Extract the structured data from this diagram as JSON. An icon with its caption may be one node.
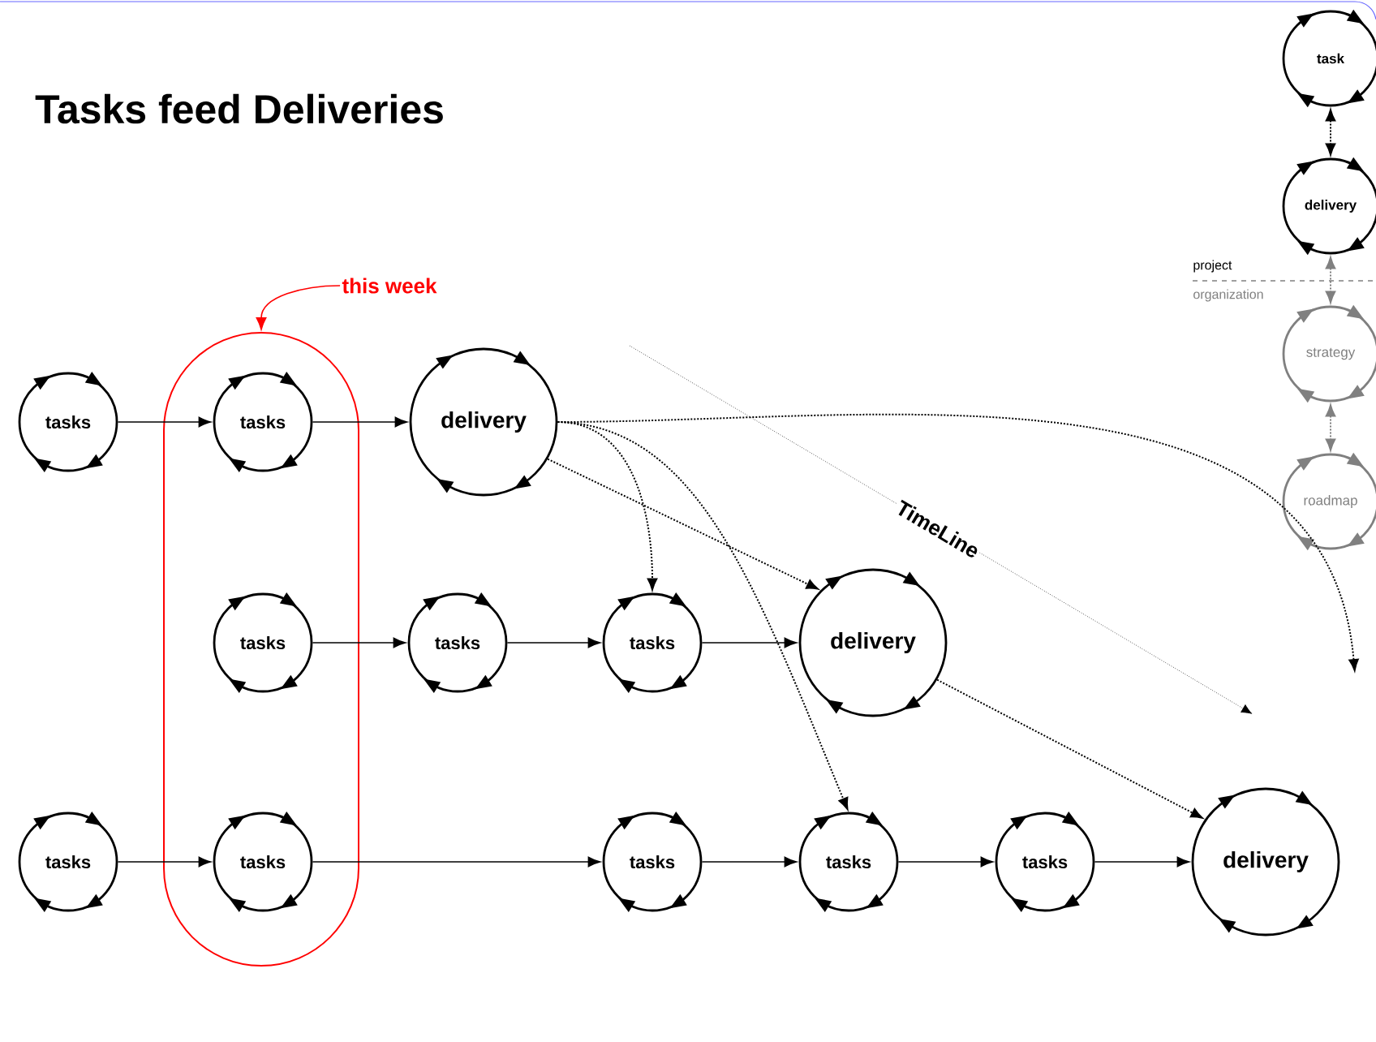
{
  "diagram": {
    "title": "Tasks feed Deliveries",
    "nodes": [
      {
        "text": [
          "tasks"
        ]
      },
      {
        "text": [
          "this week"
        ]
      },
      {
        "text": [],
        "shape": "oval"
      },
      {
        "text": [
          "tasks"
        ],
        "in": 2
      },
      {
        "text": [
          "delivery"
        ]
      },
      {
        "text": [
          "tasks"
        ],
        "in": 2
      },
      {
        "text": [
          "tasks"
        ]
      },
      {
        "text": [
          "tasks"
        ]
      },
      {
        "text": [
          "delivery"
        ]
      },
      {
        "text": [
          "tasks"
        ]
      },
      {
        "text": [
          "tasks"
        ],
        "in": 2
      },
      {
        "text": [
          "tasks"
        ]
      },
      {
        "text": [
          "tasks"
        ]
      },
      {
        "text": [
          "tasks"
        ]
      },
      {
        "text": [
          "delivery"
        ]
      },
      {
        "text": [
          "task"
        ]
      },
      {
        "text": [
          "delivery"
        ]
      },
      {
        "text": [
          "strategy"
        ]
      },
      {
        "text": [
          "roadmap"
        ]
      }
    ],
    "edges": [
      {
        "from": 0,
        "to": 3,
        "arrow": "to"
      },
      {
        "from": 3,
        "to": 4,
        "arrow": "to"
      },
      {
        "from": 5,
        "to": 6,
        "arrow": "to"
      },
      {
        "from": 6,
        "to": 7,
        "arrow": "to"
      },
      {
        "from": 7,
        "to": 8,
        "arrow": "to"
      },
      {
        "from": 9,
        "to": 10,
        "arrow": "to"
      },
      {
        "from": 10,
        "to": 11,
        "arrow": "to"
      },
      {
        "from": 11,
        "to": 12,
        "arrow": "to"
      },
      {
        "from": 12,
        "to": 13,
        "arrow": "to"
      },
      {
        "from": 13,
        "to": 14,
        "arrow": "to"
      },
      {
        "from": 4,
        "to": 7,
        "arrow": "to",
        "style": "dashed"
      },
      {
        "from": 4,
        "to": 8,
        "arrow": "to",
        "style": "dashed"
      },
      {
        "from": 4,
        "to": 12,
        "arrow": "to",
        "style": "dashed"
      },
      {
        "from": 4,
        "to": null,
        "arrow": "to",
        "style": "dashed"
      },
      {
        "from": 8,
        "to": 14,
        "arrow": "to",
        "style": "dashed"
      },
      {
        "from": 15,
        "to": 16,
        "arrow": "both",
        "style": "dashed"
      },
      {
        "from": 16,
        "to": 17,
        "arrow": "both",
        "style": "dashed",
        "color": "#808080"
      },
      {
        "from": 17,
        "to": 18,
        "arrow": "both",
        "style": "dashed",
        "color": "#808080"
      },
      {
        "from": 1,
        "to": 2,
        "arrow": "to",
        "color": "#ff0000"
      }
    ],
    "labels": [
      "TimeLine",
      "project",
      "organization"
    ]
  }
}
